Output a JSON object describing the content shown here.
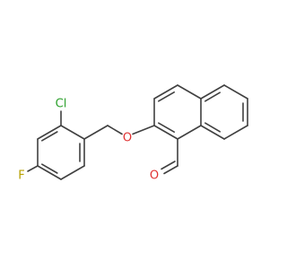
{
  "molecule": {
    "atoms": [
      {
        "id": "cl",
        "label": "Cl",
        "color": "#2ca02c"
      },
      {
        "id": "f",
        "label": "F",
        "color": "#b8a000"
      },
      {
        "id": "o-ether",
        "label": "O",
        "color": "#e03131"
      },
      {
        "id": "o-aldehyde",
        "label": "O",
        "color": "#e03131"
      }
    ],
    "bond_color": "#404040"
  }
}
